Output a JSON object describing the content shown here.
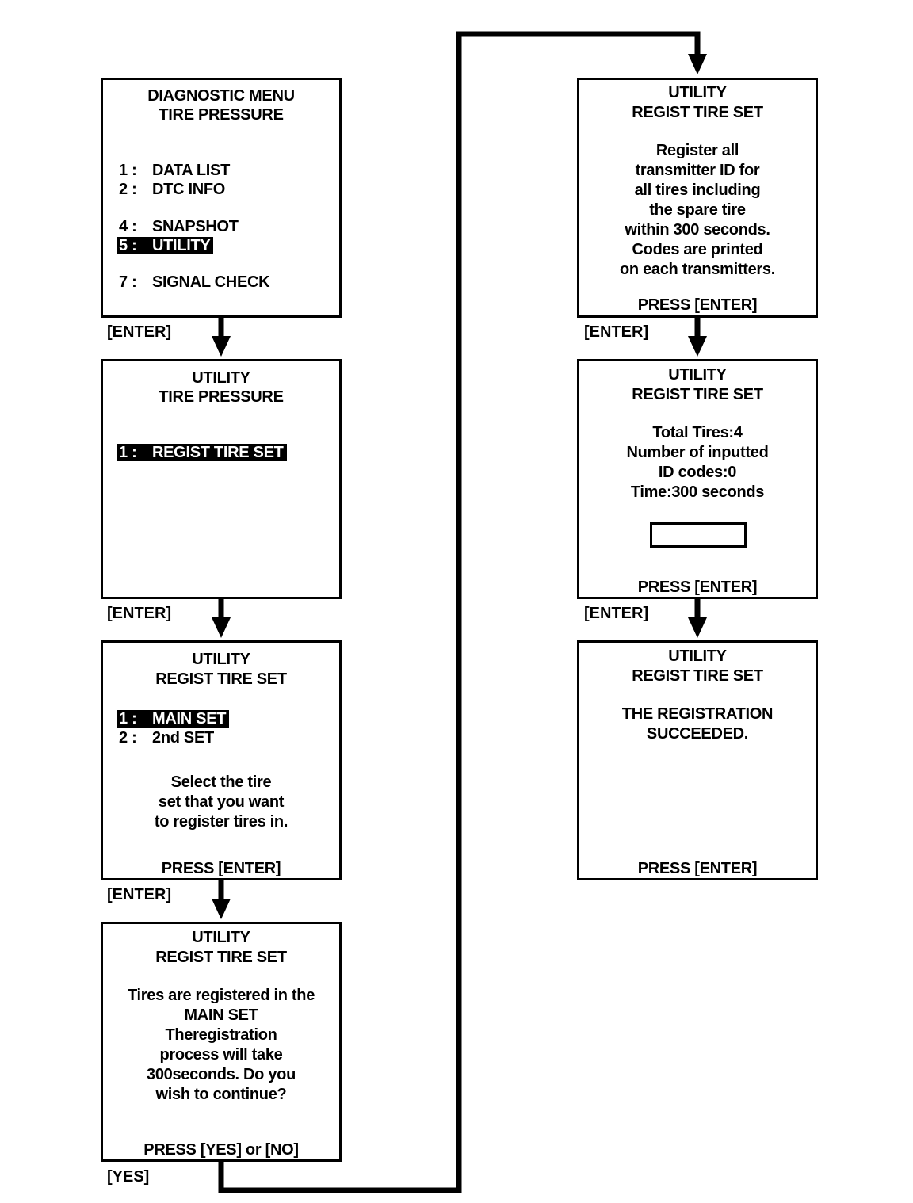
{
  "screens": {
    "s1": {
      "title1": "DIAGNOSTIC MENU",
      "title2": "TIRE PRESSURE",
      "items": [
        {
          "num": "1 :",
          "label": "DATA LIST"
        },
        {
          "num": "2 :",
          "label": "DTC INFO"
        },
        {
          "num": "4 :",
          "label": "SNAPSHOT"
        },
        {
          "num": "5 :",
          "label": "UTILITY"
        },
        {
          "num": "7 :",
          "label": "SIGNAL CHECK"
        }
      ]
    },
    "s2": {
      "title1": "UTILITY",
      "title2": "TIRE PRESSURE",
      "item1": {
        "num": "1 :",
        "label": "REGIST TIRE SET"
      }
    },
    "s3": {
      "title1": "UTILITY",
      "title2": "REGIST TIRE SET",
      "items": [
        {
          "num": "1 :",
          "label": "MAIN SET"
        },
        {
          "num": "2 :",
          "label": "2nd SET"
        }
      ],
      "body": [
        "Select the tire",
        "set that you want",
        "to register tires in."
      ],
      "press": "PRESS  [ENTER]"
    },
    "s4": {
      "title1": "UTILITY",
      "title2": "REGIST TIRE SET",
      "body": [
        "Tires are registered in the",
        "MAIN SET",
        "Theregistration",
        "process will take",
        "300seconds. Do you",
        "wish to continue?"
      ],
      "press": "PRESS  [YES]  or  [NO]"
    },
    "s5": {
      "title1": "UTILITY",
      "title2": "REGIST TIRE SET",
      "body": [
        "Register all",
        "transmitter ID for",
        "all tires including",
        "the spare tire",
        "within 300 seconds.",
        "Codes are printed",
        "on each transmitters."
      ],
      "press": "PRESS  [ENTER]"
    },
    "s6": {
      "title1": "UTILITY",
      "title2": "REGIST TIRE SET",
      "body": [
        "Total Tires:4",
        "Number of inputted",
        "ID codes:0",
        "Time:300 seconds"
      ],
      "input_value": "",
      "press": "PRESS  [ENTER]"
    },
    "s7": {
      "title1": "UTILITY",
      "title2": "REGIST TIRE SET",
      "body": [
        "THE REGISTRATION",
        "SUCCEEDED."
      ],
      "press": "PRESS  [ENTER]"
    }
  },
  "labels": {
    "enter": "[ENTER]",
    "yes": "[YES]"
  }
}
